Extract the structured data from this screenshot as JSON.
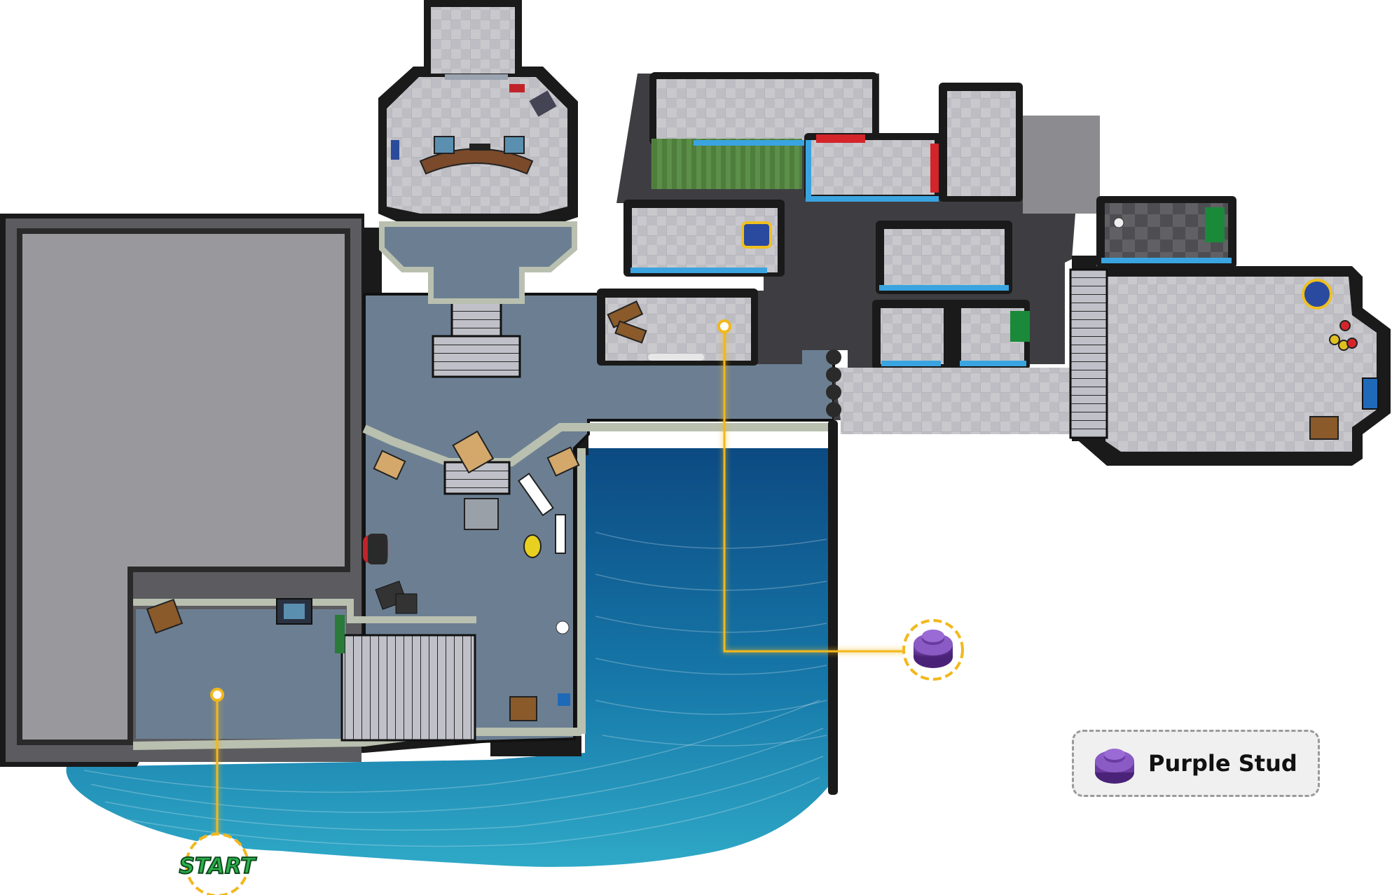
{
  "map": {
    "start_label": "START",
    "legend": {
      "label": "Purple Stud",
      "icon": "purple-stud-icon"
    },
    "markers": [
      {
        "type": "start",
        "icon": "start-marker"
      },
      {
        "type": "collectible",
        "icon": "purple-stud-icon",
        "name": "Purple Stud"
      }
    ],
    "colors": {
      "wall": "#1a1a1a",
      "floor_grey": "#9e9ea2",
      "floor_blue": "#6c7f92",
      "tile": "#c9c9ce",
      "water_deep": "#0d4f86",
      "water_light": "#2aa2c4",
      "path_line": "#f2b81c",
      "stud": "#6a3aa0",
      "start_green": "#2bb24a",
      "catwalk": "#b9c0b0"
    }
  }
}
